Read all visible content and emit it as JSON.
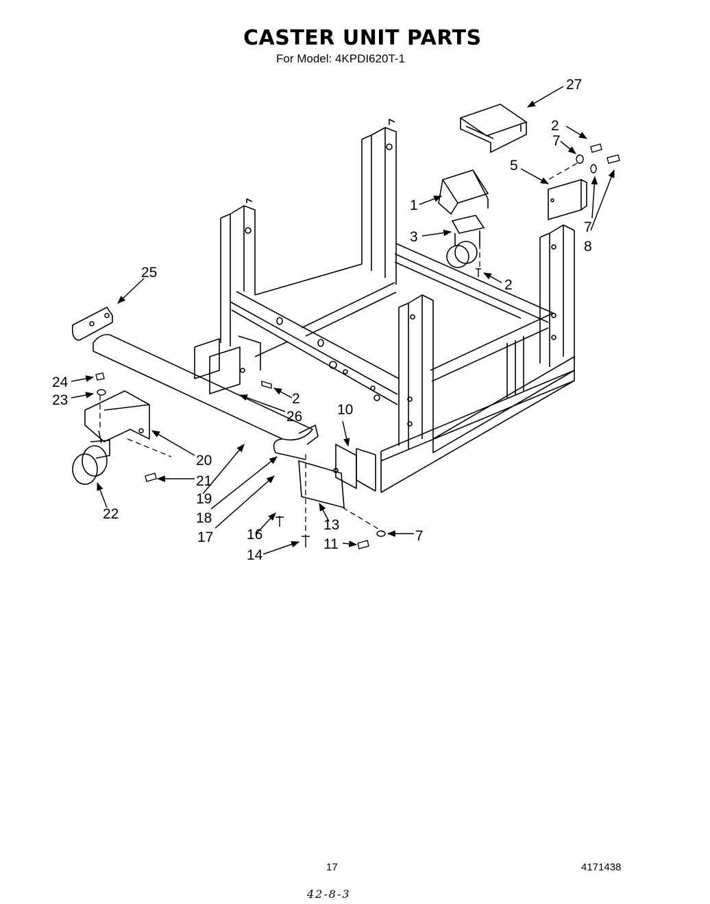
{
  "header": {
    "title": "CASTER UNIT PARTS",
    "model_line": "For Model: 4KPDI620T-1"
  },
  "callouts": [
    {
      "id": "c27",
      "label": "27"
    },
    {
      "id": "c2a",
      "label": "2"
    },
    {
      "id": "c7a",
      "label": "7"
    },
    {
      "id": "c5",
      "label": "5"
    },
    {
      "id": "c1",
      "label": "1"
    },
    {
      "id": "c3",
      "label": "3"
    },
    {
      "id": "c7b",
      "label": "7"
    },
    {
      "id": "c8",
      "label": "8"
    },
    {
      "id": "c2b",
      "label": "2"
    },
    {
      "id": "c25",
      "label": "25"
    },
    {
      "id": "c24",
      "label": "24"
    },
    {
      "id": "c23",
      "label": "23"
    },
    {
      "id": "c2c",
      "label": "2"
    },
    {
      "id": "c26",
      "label": "26"
    },
    {
      "id": "c10",
      "label": "10"
    },
    {
      "id": "c20",
      "label": "20"
    },
    {
      "id": "c21",
      "label": "21"
    },
    {
      "id": "c19",
      "label": "19"
    },
    {
      "id": "c18",
      "label": "18"
    },
    {
      "id": "c22",
      "label": "22"
    },
    {
      "id": "c17",
      "label": "17"
    },
    {
      "id": "c16",
      "label": "16"
    },
    {
      "id": "c13",
      "label": "13"
    },
    {
      "id": "c7c",
      "label": "7"
    },
    {
      "id": "c11",
      "label": "11"
    },
    {
      "id": "c14",
      "label": "14"
    }
  ],
  "footer": {
    "page_number": "17",
    "doc_number": "4171438",
    "handwritten_note": "42-8-3"
  }
}
